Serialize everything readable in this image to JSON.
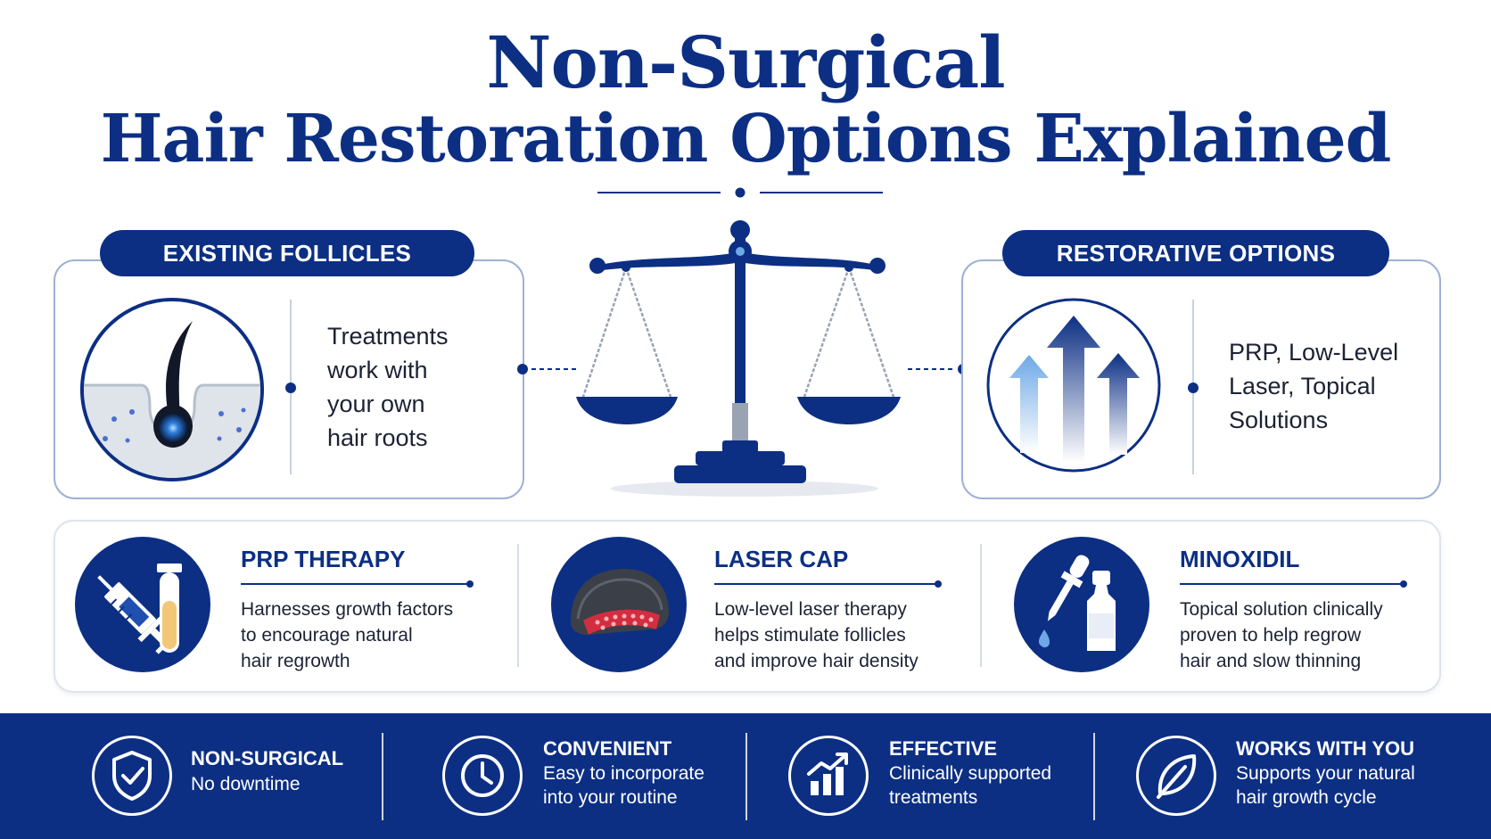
{
  "title": {
    "line1": "Non-Surgical",
    "line2": "Hair Restoration Options Explained"
  },
  "left_panel": {
    "label": "EXISTING FOLLICLES",
    "text_lines": [
      "Treatments",
      "work with",
      "your own",
      "hair roots"
    ]
  },
  "right_panel": {
    "label": "RESTORATIVE OPTIONS",
    "text_lines": [
      "PRP, Low-Level",
      "Laser, Topical",
      "Solutions"
    ]
  },
  "treatments": [
    {
      "title": "PRP THERAPY",
      "icon": "syringe-and-vial-icon",
      "desc_lines": [
        "Harnesses growth factors",
        "to encourage natural",
        "hair regrowth"
      ]
    },
    {
      "title": "LASER CAP",
      "icon": "laser-cap-icon",
      "desc_lines": [
        "Low-level laser therapy",
        "helps stimulate follicles",
        "and improve hair density"
      ]
    },
    {
      "title": "MINOXIDIL",
      "icon": "dropper-bottle-icon",
      "desc_lines": [
        "Topical solution clinically",
        "proven to help regrow",
        "hair and slow thinning"
      ]
    }
  ],
  "benefits": [
    {
      "title": "NON-SURGICAL",
      "icon": "shield-check-icon",
      "desc_lines": [
        "No downtime"
      ]
    },
    {
      "title": "CONVENIENT",
      "icon": "clock-icon",
      "desc_lines": [
        "Easy to incorporate",
        "into your routine"
      ]
    },
    {
      "title": "EFFECTIVE",
      "icon": "growth-chart-icon",
      "desc_lines": [
        "Clinically supported",
        "treatments"
      ]
    },
    {
      "title": "WORKS WITH YOU",
      "icon": "leaf-icon",
      "desc_lines": [
        "Supports your natural",
        "hair growth cycle"
      ]
    }
  ],
  "colors": {
    "primary": "#0c2f84",
    "accent_light": "#6ea8e6",
    "laser_red": "#e8354a",
    "serum_yellow": "#f2c878"
  }
}
